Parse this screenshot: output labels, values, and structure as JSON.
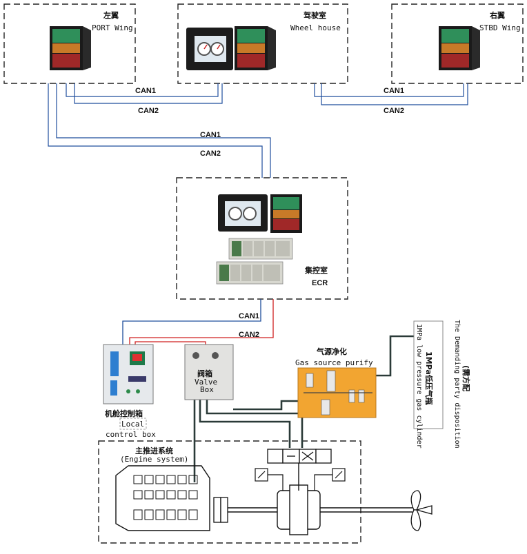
{
  "stations": {
    "port_wing": {
      "cn": "左翼",
      "en": "PORT Wing"
    },
    "wheel_house": {
      "cn": "驾驶室",
      "en": "Wheel house"
    },
    "stbd_wing": {
      "cn": "右翼",
      "en": "STBD Wing"
    },
    "ecr": {
      "cn": "集控室",
      "en": "ECR"
    }
  },
  "buses": {
    "can1": "CAN1",
    "can2": "CAN2"
  },
  "local_box": {
    "cn": "机舱控制箱",
    "en_line1": "Local",
    "en_line2": "control box"
  },
  "valve_box": {
    "cn": "阀箱",
    "en_line1": "Valve",
    "en_line2": "Box"
  },
  "gas_purify": {
    "cn": "气源净化",
    "en": "Gas source purify"
  },
  "gas_cylinder": {
    "en": "1MPa low pressure gas cylinder",
    "cn": "1MPa低压气瓶",
    "note_en": "The Demanding party disposition",
    "note_cn": "(需方配"
  },
  "engine": {
    "cn": "主推进系统",
    "en": "(Engine system)"
  },
  "colors": {
    "can1": "#1f4e9c",
    "can2": "#d02020",
    "pipe": "#2a3a38",
    "panel_green": "#2f8f5a",
    "panel_yellow": "#c87a28",
    "panel_red": "#a02828",
    "purify_panel": "#f2a531"
  }
}
